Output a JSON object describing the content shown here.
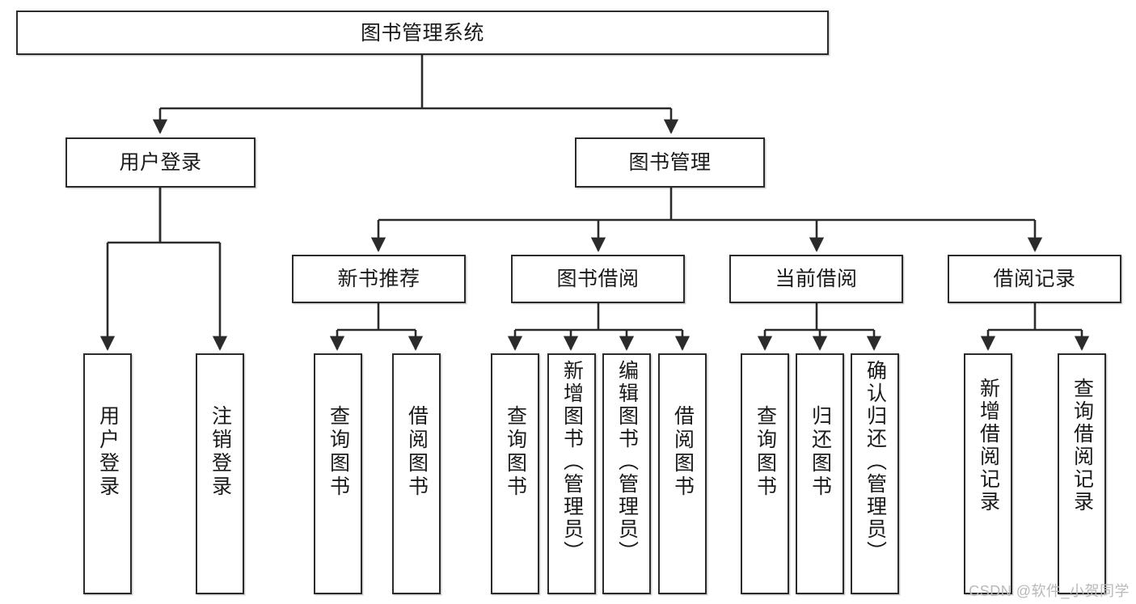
{
  "diagram": {
    "title": "图书管理系统",
    "type": "tree",
    "colors": {
      "border": "#2b2b2b",
      "background": "#ffffff",
      "text": "#1a1a1a",
      "watermark": "#b9b9b9"
    },
    "root": {
      "label": "图书管理系统"
    },
    "level2": [
      {
        "label": "用户登录"
      },
      {
        "label": "图书管理"
      }
    ],
    "level3": [
      {
        "label": "新书推荐"
      },
      {
        "label": "图书借阅"
      },
      {
        "label": "当前借阅"
      },
      {
        "label": "借阅记录"
      }
    ],
    "leaves": {
      "user_login": [
        {
          "label": "用户登录"
        },
        {
          "label": "注销登录"
        }
      ],
      "new_book": [
        {
          "label": "查询图书"
        },
        {
          "label": "借阅图书"
        }
      ],
      "borrow_book": [
        {
          "label": "查询图书"
        },
        {
          "label": "新增图书（管理员）"
        },
        {
          "label": "编辑图书（管理员）"
        },
        {
          "label": "借阅图书"
        }
      ],
      "current_borrow": [
        {
          "label": "查询图书"
        },
        {
          "label": "归还图书"
        },
        {
          "label": "确认归还（管理员）"
        }
      ],
      "borrow_record": [
        {
          "label": "新增借阅记录"
        },
        {
          "label": "查询借阅记录"
        }
      ]
    }
  },
  "watermark": {
    "text": "CSDN @软件_小贺同学"
  }
}
